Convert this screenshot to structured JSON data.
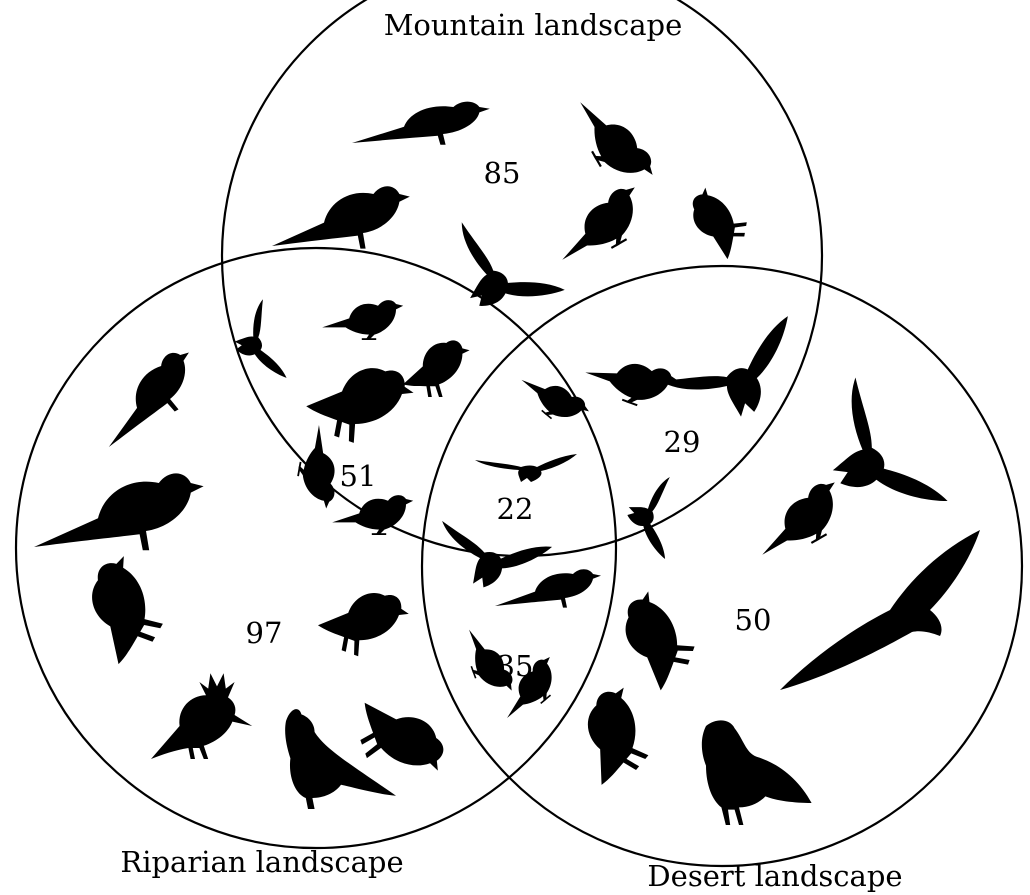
{
  "sets": [
    {
      "id": "mountain",
      "label": "Mountain landscape"
    },
    {
      "id": "riparian",
      "label": "Riparian landscape"
    },
    {
      "id": "desert",
      "label": "Desert landscape"
    }
  ],
  "regions": [
    {
      "id": "mountain_only",
      "sets": [
        "mountain"
      ],
      "count": "85"
    },
    {
      "id": "riparian_only",
      "sets": [
        "riparian"
      ],
      "count": "97"
    },
    {
      "id": "desert_only",
      "sets": [
        "desert"
      ],
      "count": "50"
    },
    {
      "id": "mountain_riparian",
      "sets": [
        "mountain",
        "riparian"
      ],
      "count": "51"
    },
    {
      "id": "mountain_desert",
      "sets": [
        "mountain",
        "desert"
      ],
      "count": "29"
    },
    {
      "id": "riparian_desert",
      "sets": [
        "riparian",
        "desert"
      ],
      "count": "35"
    },
    {
      "id": "all_three",
      "sets": [
        "mountain",
        "riparian",
        "desert"
      ],
      "count": "22"
    }
  ],
  "colors": {
    "ink": "#000000",
    "background": "#ffffff"
  },
  "icons": [
    "perched-bird-icon",
    "flying-bird-icon",
    "crested-bird-icon",
    "quail-icon",
    "grouse-icon",
    "vulture-icon"
  ]
}
